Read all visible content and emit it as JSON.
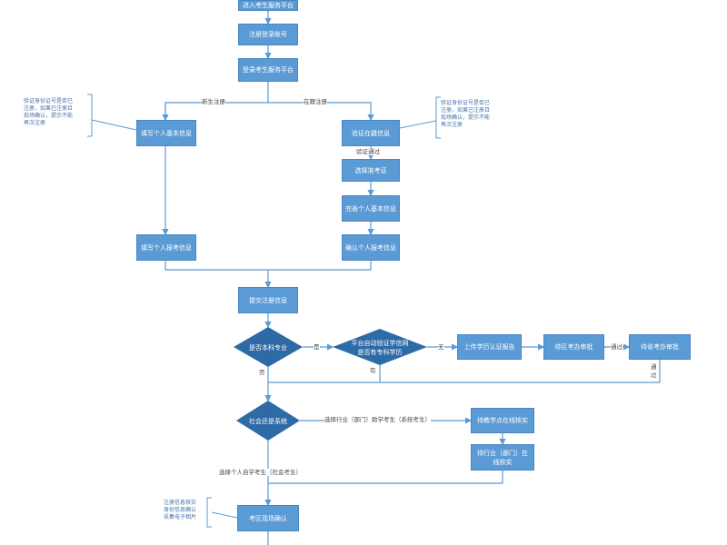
{
  "nodes": {
    "top_partial": "进入考生服务平台",
    "register_account": "注册登录账号",
    "login_platform": "登录考生服务平台",
    "fill_basic": "填写个人基本信息",
    "verify_registered": "验证在籍信息",
    "select_ticket": "选择准考证",
    "complete_basic": "完善个人基本信息",
    "fill_apply": "填写个人报考信息",
    "confirm_apply": "确认个人报考信息",
    "submit": "提交注册信息",
    "is_undergrad": "是否本科专业",
    "auto_verify": [
      "平台自动验证学信网",
      "是否有专科学历"
    ],
    "upload_report": "上传学历认证报告",
    "district_review": "待区考办审批",
    "province_review": "待省考办审批",
    "social_or_system": "社会还是系统",
    "teaching_review": "待教学点在线核实",
    "industry_review": [
      "待行业（部门）在",
      "线核实"
    ],
    "onsite_confirm": "考区现场确认"
  },
  "edge_labels": {
    "new_student": "新生注册",
    "registered": "在籍注册",
    "verify_pass": "验证通过",
    "yes": "是",
    "none": "无",
    "pass": "通过",
    "pass_vertical": [
      "通",
      "过"
    ],
    "no": "否",
    "has": "有",
    "industry_path": "选择行业（部门）助学考生（系统考生）",
    "individual_path": "选择个人自学考生（社会考生）"
  },
  "notes": {
    "left_note": [
      "验证身份证号是否已",
      "注册，如果已注册且",
      "现场确认，提示不能",
      "再次注册"
    ],
    "right_note": [
      "验证身份证号是否已",
      "注册，如果已注册且",
      "现场确认，提示不能",
      "再次注册"
    ],
    "bottom_note": [
      "注册信息核实",
      "身份信息确认",
      "采集电子相片"
    ]
  },
  "colors": {
    "box_fill": "#5b9bd5",
    "diamond_fill": "#2e6aa6",
    "line": "#5b9bd5",
    "note_text": "#4472a8"
  }
}
